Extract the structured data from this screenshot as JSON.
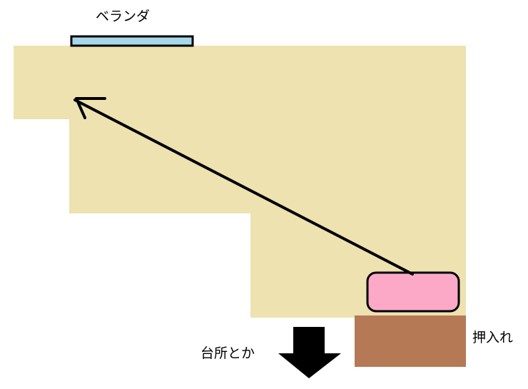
{
  "labels": {
    "veranda": "ベランダ",
    "kitchen": "台所とか",
    "closet": "押入れ"
  },
  "colors": {
    "floor": "#ede2b0",
    "veranda": "#a6d8ea",
    "bed": "#fca9c8",
    "closet": "#b57a55",
    "ink": "#000000"
  },
  "icons": {
    "move_arrow": "arrow-icon",
    "exit_arrow": "down-arrow-icon"
  }
}
